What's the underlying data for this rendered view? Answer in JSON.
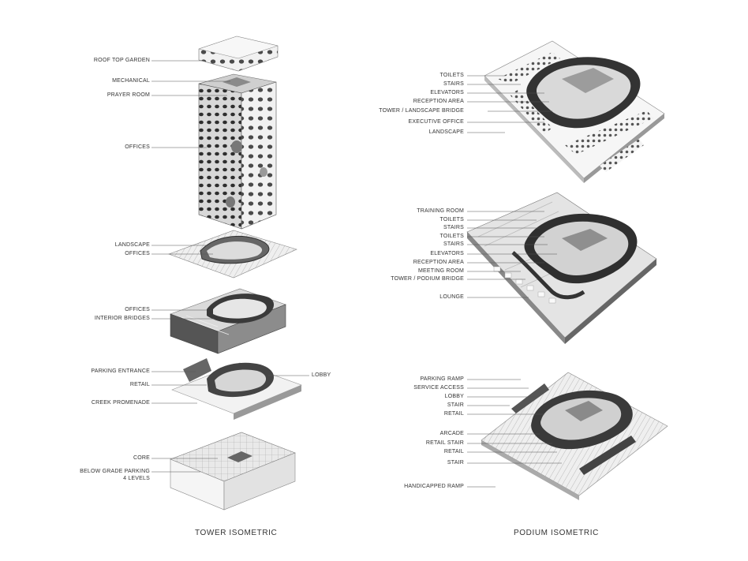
{
  "tower": {
    "caption": "TOWER ISOMETRIC",
    "labels": [
      "ROOF TOP GARDEN",
      "MECHANICAL",
      "PRAYER ROOM",
      "OFFICES",
      "LANDSCAPE",
      "OFFICES",
      "OFFICES",
      "INTERIOR BRIDGES",
      "PARKING ENTRANCE",
      "RETAIL",
      "LOBBY",
      "CREEK PROMENADE",
      "CORE",
      "BELOW GRADE PARKING",
      "4 LEVELS"
    ]
  },
  "podium": {
    "caption": "PODIUM ISOMETRIC",
    "labels": [
      "TOILETS",
      "STAIRS",
      "ELEVATORS",
      "RECEPTION AREA",
      "TOWER / LANDSCAPE BRIDGE",
      "EXECUTIVE OFFICE",
      "LANDSCAPE",
      "TRAINING ROOM",
      "TOILETS",
      "STAIRS",
      "TOILETS",
      "STAIRS",
      "ELEVATORS",
      "RECEPTION AREA",
      "MEETING ROOM",
      "TOWER / PODIUM BRIDGE",
      "LOUNGE",
      "PARKING RAMP",
      "SERVICE ACCESS",
      "LOBBY",
      "STAIR",
      "RETAIL",
      "ARCADE",
      "RETAIL STAIR",
      "RETAIL",
      "STAIR",
      "HANDICAPPED RAMP"
    ]
  }
}
